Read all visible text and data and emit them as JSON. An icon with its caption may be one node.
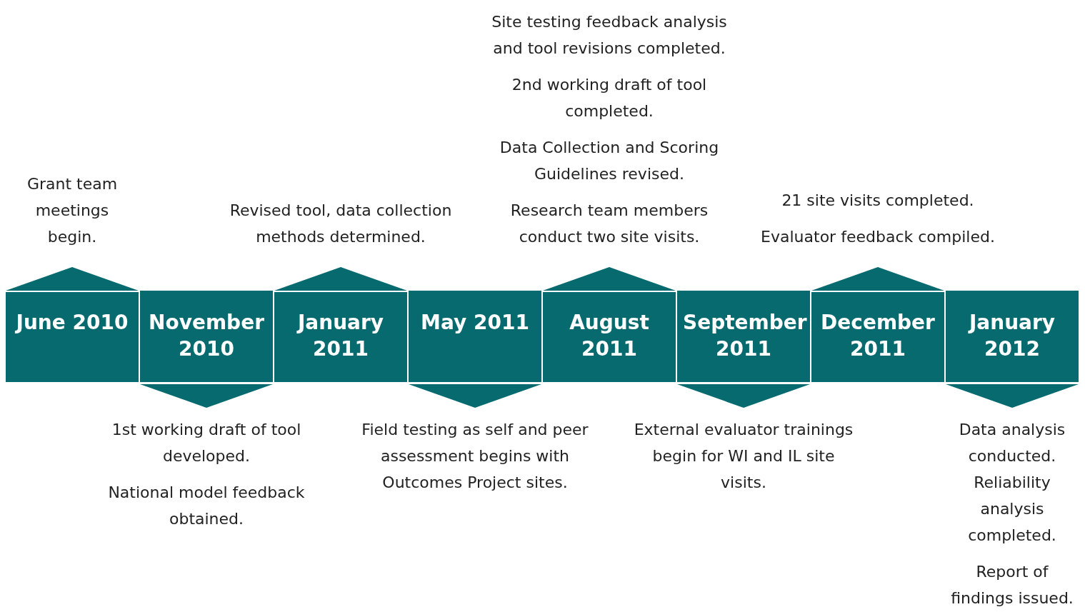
{
  "diagram": {
    "nodes": [
      {
        "text": [
          "June 2010"
        ],
        "beside": [
          "Grant team meetings begin."
        ]
      },
      {
        "text": [
          "November 2010"
        ],
        "beside": [
          "1st working draft of tool developed.",
          "National model feedback obtained."
        ]
      },
      {
        "text": [
          "January 2011"
        ],
        "beside": [
          "Revised tool, data collection methods determined."
        ]
      },
      {
        "text": [
          "May 2011"
        ],
        "beside": [
          "Field testing as self and peer assessment begins with Outcomes Project sites."
        ]
      },
      {
        "text": [
          "August 2011"
        ],
        "beside": [
          "Site testing feedback analysis and tool revisions completed.",
          "2nd working draft of tool completed.",
          "Data Collection and Scoring Guidelines revised.",
          "Research team members conduct two site visits."
        ]
      },
      {
        "text": [
          "September 2011"
        ],
        "beside": [
          "External evaluator trainings begin for WI and IL site visits."
        ]
      },
      {
        "text": [
          "December 2011"
        ],
        "beside": [
          "21 site visits completed.",
          "Evaluator feedback compiled."
        ]
      },
      {
        "text": [
          "January 2012"
        ],
        "beside": [
          "Data analysis conducted. Reliability analysis completed.",
          "Report of findings issued."
        ]
      }
    ]
  }
}
